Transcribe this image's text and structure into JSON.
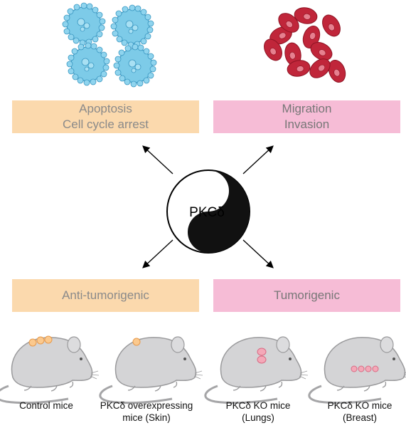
{
  "outcomes": {
    "apoptosis": [
      "Apoptosis",
      "Cell cycle arrest"
    ],
    "migration": [
      "Migration",
      "Invasion"
    ],
    "anti_tumorigenic": "Anti-tumorigenic",
    "tumorigenic": "Tumorigenic"
  },
  "center_label": "PKCδ",
  "mice": [
    "Control mice",
    [
      "PKCδ overexpressing",
      "mice (Skin)"
    ],
    [
      "PKCδ KO mice",
      "(Lungs)"
    ],
    [
      "PKCδ KO mice",
      "(Breast)"
    ]
  ],
  "colors": {
    "anti_box": "#fbd9ad",
    "pro_box": "#f6bcd6",
    "apoptotic_cell": "#7dcbe8",
    "migrating_cell": "#c0263a",
    "mouse_body": "#d4d4d6",
    "tumor_orange": "#fbc98e",
    "tumor_pink": "#f4a8b8"
  }
}
